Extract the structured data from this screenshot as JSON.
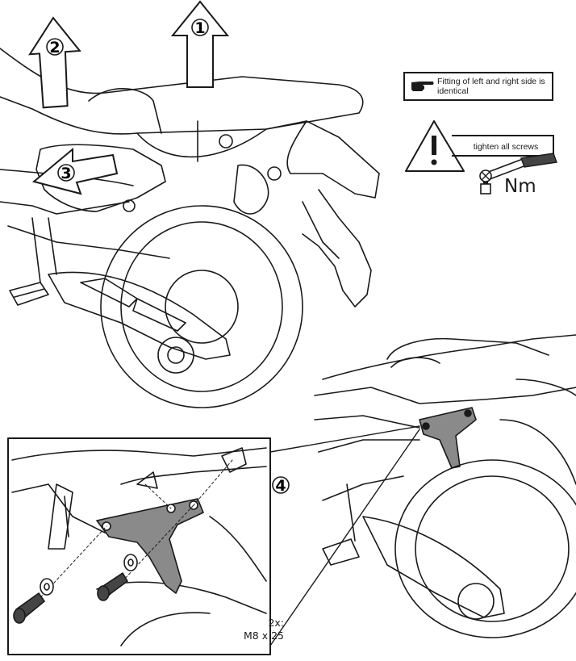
{
  "notes": {
    "mirror_note": "Fitting of left and right side is identical",
    "warning_text": "tighten all screws",
    "torque_unit": "Nm"
  },
  "steps": [
    "1",
    "2",
    "3",
    "4"
  ],
  "inset": {
    "quantity": "2x:",
    "screw_spec": "M8 x 25"
  },
  "icons": [
    "pointing-hand-icon",
    "warning-triangle-icon",
    "torque-wrench-icon",
    "arrow-up-icon",
    "arrow-right-icon",
    "arrow-left-icon"
  ],
  "colors": {
    "line": "#1a1a1a",
    "part_fill": "#8a8a8a",
    "bolt_fill": "#444444",
    "paper": "#ffffff"
  }
}
